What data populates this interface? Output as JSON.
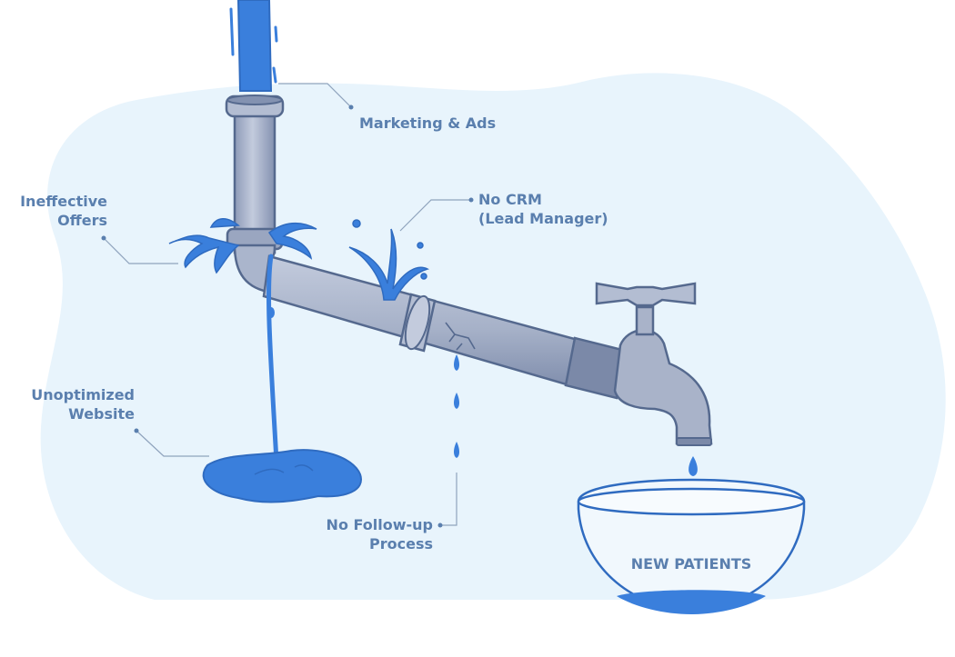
{
  "labels": {
    "marketing": "Marketing & Ads",
    "offers_line1": "Ineffective",
    "offers_line2": "Offers",
    "crm_line1": "No CRM",
    "crm_line2": "(Lead Manager)",
    "website_line1": "Unoptimized",
    "website_line2": "Website",
    "followup_line1": "No Follow-up",
    "followup_line2": "Process",
    "bowl": "NEW PATIENTS"
  },
  "colors": {
    "background_blob": "#e8f4fc",
    "water": "#3a7fdc",
    "pipe": "#aab5cc",
    "pipe_dark": "#7b89a8",
    "outline": "#55698e",
    "label_text": "#5a7fae",
    "leader_line": "#8fa3bd"
  },
  "icons": [
    "pipe",
    "faucet",
    "water-splash",
    "water-drop",
    "water-puddle",
    "bowl"
  ]
}
